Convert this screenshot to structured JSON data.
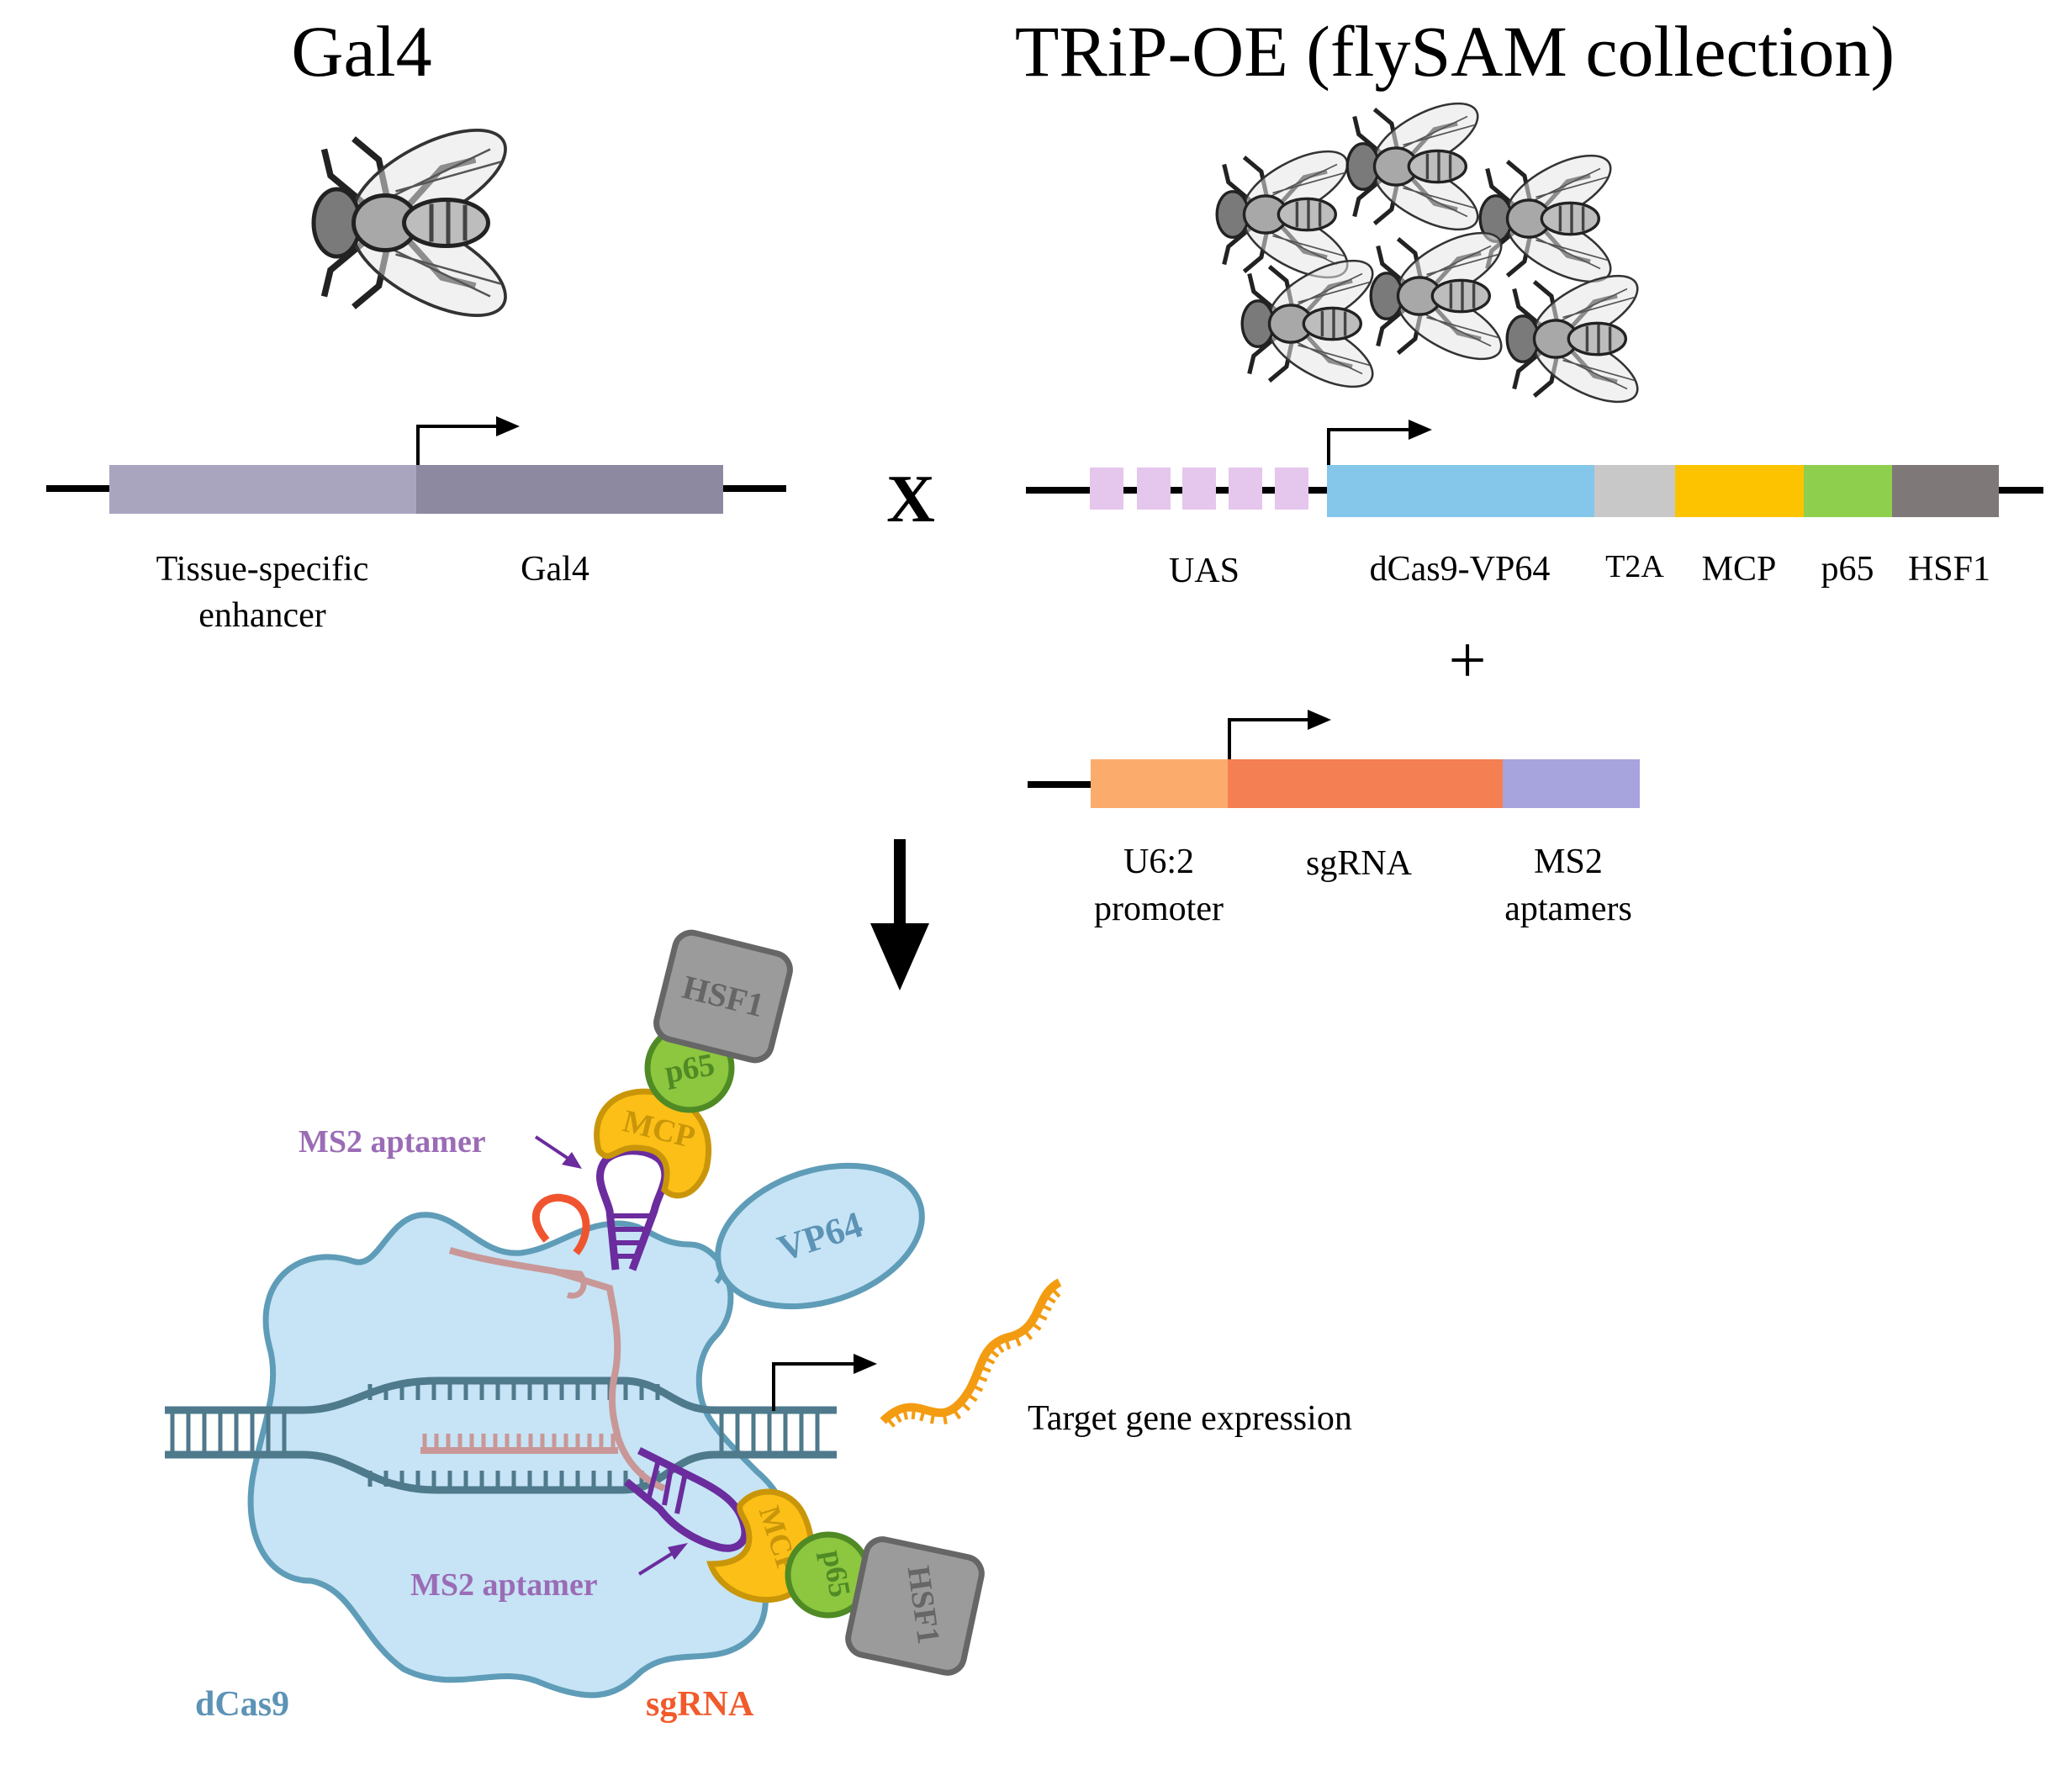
{
  "titles": {
    "left": "Gal4",
    "right": "TRiP-OE (flySAM collection)"
  },
  "gal4_construct": {
    "segments": [
      {
        "label_lines": [
          "Tissue-specific",
          "enhancer"
        ],
        "color": "#aaa5bf"
      },
      {
        "label_lines": [
          "Gal4"
        ],
        "color": "#8c89a0"
      }
    ]
  },
  "cross_symbol": "X",
  "plus_symbol": "+",
  "uas_construct": {
    "uas_color": "#e5c6ec",
    "segments": [
      {
        "label": "UAS",
        "color": "#e5c6ec"
      },
      {
        "label": "dCas9-VP64",
        "color": "#85c7ea"
      },
      {
        "label": "T2A",
        "color": "#c8c8c8"
      },
      {
        "label": "MCP",
        "color": "#fdc300"
      },
      {
        "label": "p65",
        "color": "#8ecf4e"
      },
      {
        "label": "HSF1",
        "color": "#7e7878"
      }
    ]
  },
  "sgrna_construct": {
    "segments": [
      {
        "label_lines": [
          "U6:2",
          "promoter"
        ],
        "color": "#fbac6d"
      },
      {
        "label_lines": [
          "sgRNA"
        ],
        "color": "#f47f52"
      },
      {
        "label_lines": [
          "MS2",
          "aptamers"
        ],
        "color": "#a7a3dc"
      }
    ]
  },
  "complex": {
    "dcas9_label": "dCas9",
    "sgrna_label": "sgRNA",
    "vp64_label": "VP64",
    "aptamer_label_top": "MS2 aptamer",
    "aptamer_label_bottom": "MS2 aptamer",
    "mcp_label": "MCP",
    "p65_label": "p65",
    "hsf1_label": "HSF1",
    "expression_label": "Target gene expression"
  },
  "colors": {
    "dcas9_fill": "#c6e4f5",
    "dcas9_stroke": "#5f9cb8",
    "dna": "#4e7a8c",
    "sgrna": "#c99797",
    "sgrna_loop": "#f0542f",
    "aptamer": "#6b2c9e",
    "aptamer_label": "#9b6cb6",
    "mcp_fill": "#fbbf17",
    "mcp_stroke": "#c9960a",
    "p65_fill": "#8dc63f",
    "p65_stroke": "#4f8a25",
    "hsf1_fill": "#9b9b9b",
    "hsf1_stroke": "#666666",
    "mrna": "#f39c12",
    "dcas9_label": "#5c93b6",
    "sgrna_label": "#f15a2b"
  }
}
